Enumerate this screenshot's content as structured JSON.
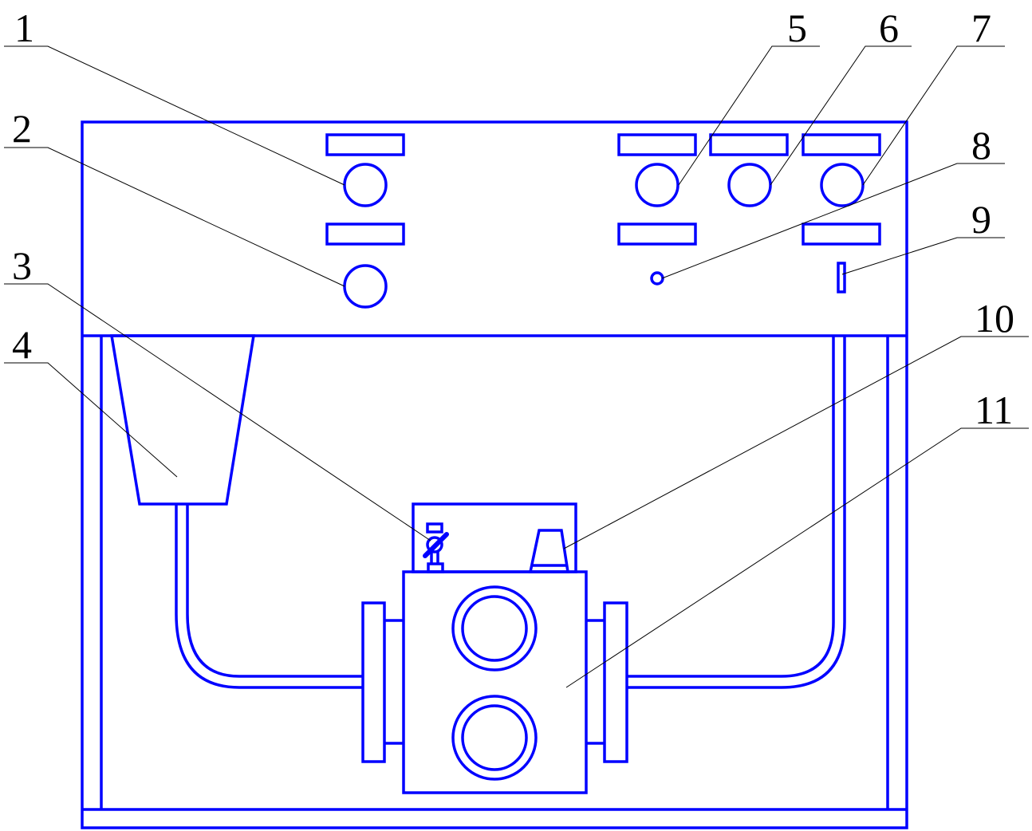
{
  "diagram": {
    "stroke_color": "#0000ff",
    "leader_color": "#000000",
    "labels": [
      "1",
      "2",
      "3",
      "4",
      "5",
      "6",
      "7",
      "8",
      "9",
      "10",
      "11"
    ]
  }
}
